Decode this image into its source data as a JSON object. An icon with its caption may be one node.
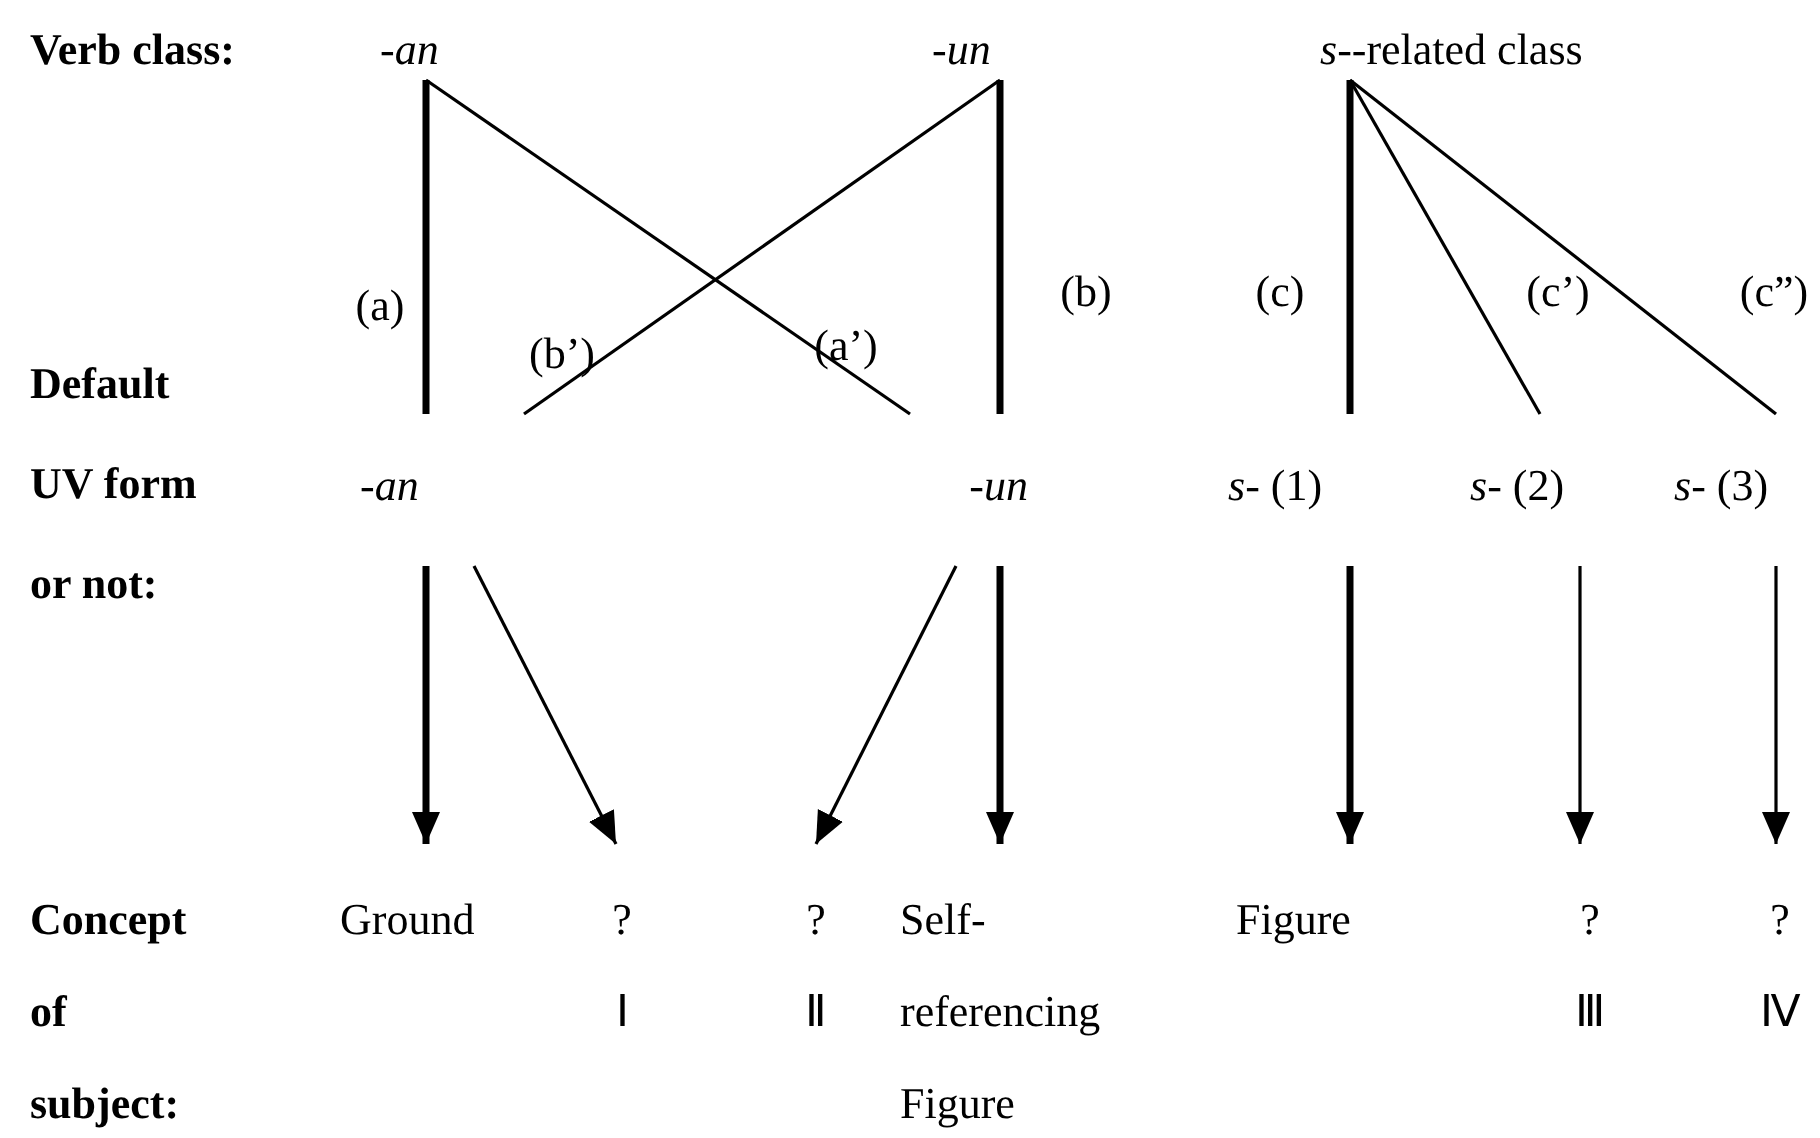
{
  "diagram": {
    "nodes": [
      {
        "text": [
          "-an"
        ]
      },
      {
        "text": [
          "-un"
        ]
      },
      {
        "text": [
          "*s*--related class"
        ]
      },
      {
        "text": [
          "-an"
        ]
      },
      {
        "text": [
          "-un"
        ]
      },
      {
        "text": [
          "*s*- (1)"
        ]
      },
      {
        "text": [
          "*s*- (2)"
        ]
      },
      {
        "text": [
          "*s*- (3)"
        ]
      },
      {
        "text": [
          "Ground"
        ]
      },
      {
        "text": [
          "?",
          "Ⅰ"
        ]
      },
      {
        "text": [
          "?",
          "Ⅱ"
        ]
      },
      {
        "text": [
          "Self- referencing Figure"
        ]
      },
      {
        "text": [
          "Figure"
        ]
      },
      {
        "text": [
          "?",
          "Ⅲ"
        ]
      },
      {
        "text": [
          "?",
          "Ⅳ"
        ]
      }
    ],
    "edges": [
      {
        "from": 0,
        "to": 3,
        "arrow": "none",
        "label": "(a)",
        "style": "thick"
      },
      {
        "from": 0,
        "to": 4,
        "arrow": "none",
        "label": "(a’)"
      },
      {
        "from": 1,
        "to": 3,
        "arrow": "none",
        "label": "(b’)"
      },
      {
        "from": 1,
        "to": 4,
        "arrow": "none",
        "label": "(b)",
        "style": "thick"
      },
      {
        "from": 2,
        "to": 5,
        "arrow": "none",
        "label": "(c)",
        "style": "thick"
      },
      {
        "from": 2,
        "to": 6,
        "arrow": "none",
        "label": "(c’)"
      },
      {
        "from": 2,
        "to": 7,
        "arrow": "none",
        "label": "(c”)"
      },
      {
        "from": 3,
        "to": 8,
        "arrow": "to",
        "style": "thick"
      },
      {
        "from": 3,
        "to": 9,
        "arrow": "to"
      },
      {
        "from": 4,
        "to": 10,
        "arrow": "to"
      },
      {
        "from": 4,
        "to": 11,
        "arrow": "to",
        "style": "thick"
      },
      {
        "from": 5,
        "to": 12,
        "arrow": "to",
        "style": "thick"
      },
      {
        "from": 6,
        "to": 13,
        "arrow": "to"
      },
      {
        "from": 7,
        "to": 14,
        "arrow": "to"
      }
    ],
    "labels": [
      "Verb class:",
      "Default UV form or not:",
      "Concept of subject:"
    ]
  }
}
